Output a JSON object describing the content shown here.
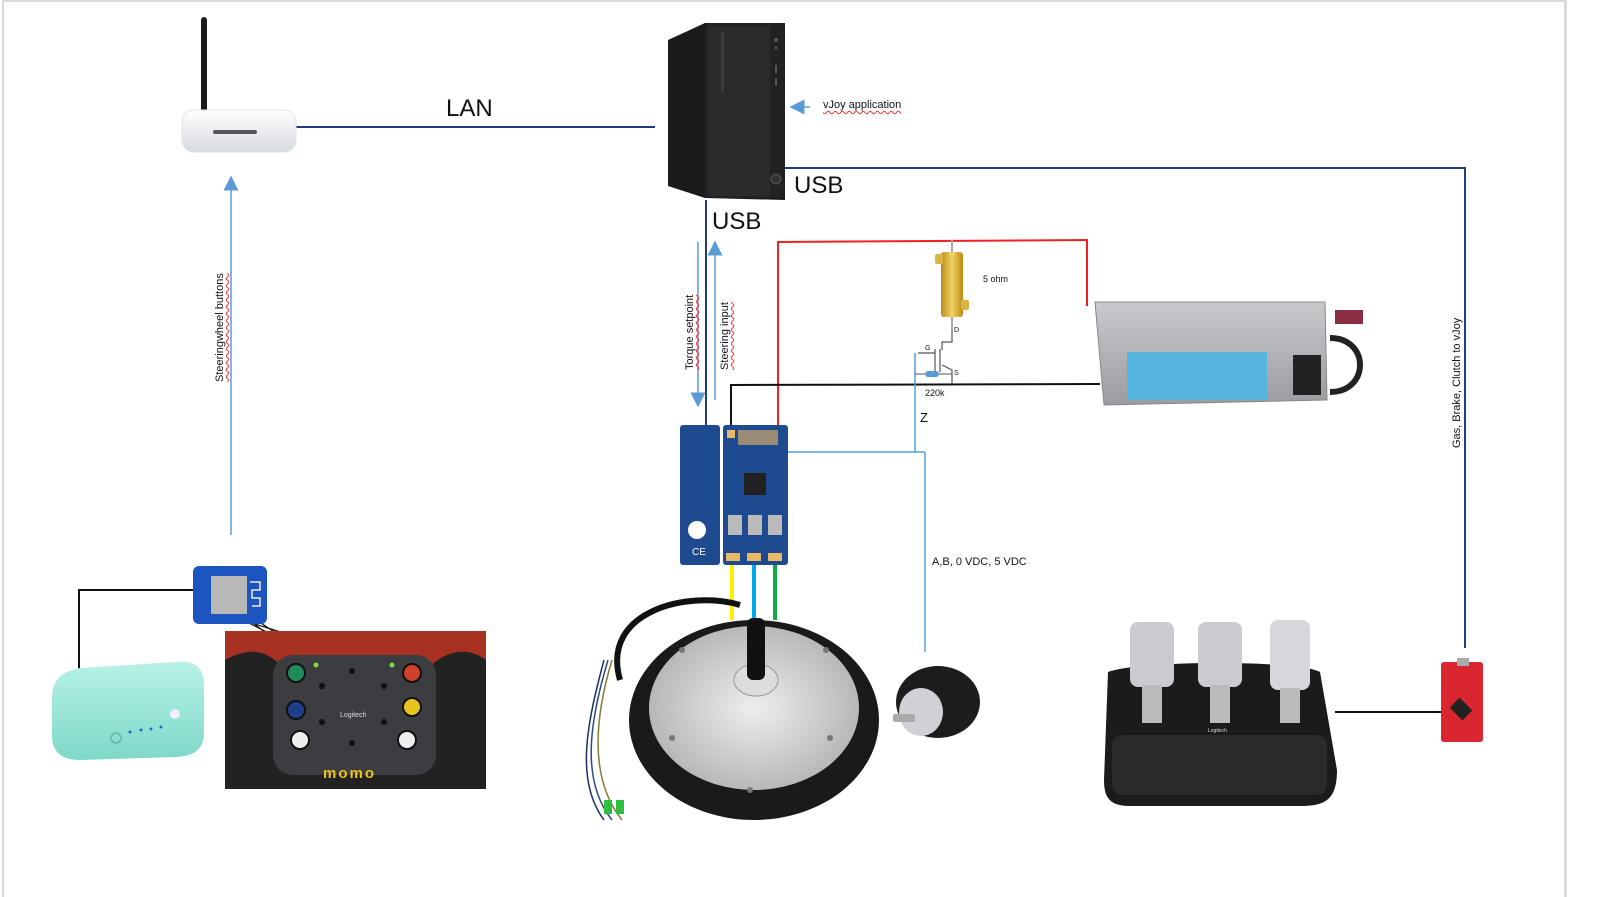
{
  "diagram": {
    "title": "Sim racing force-feedback wheel wiring diagram",
    "components": {
      "router": {
        "name": "WiFi router"
      },
      "pc": {
        "name": "Desktop PC",
        "annotation": "vJoy application"
      },
      "motor_controller": {
        "name": "Motor controller board"
      },
      "hub_motor": {
        "name": "Hoverboard hub motor"
      },
      "encoder": {
        "name": "Rotary encoder"
      },
      "power_resistor": {
        "name": "Power resistor",
        "value": "5 ohm"
      },
      "gate_resistor": {
        "name": "Gate resistor",
        "value": "220k"
      },
      "mosfet": {
        "name": "MOSFET",
        "pins": {
          "gate": "G",
          "drain": "D",
          "source": "S"
        }
      },
      "psu": {
        "name": "Server power supply"
      },
      "esp_board": {
        "name": "WiFi microcontroller board"
      },
      "power_bank": {
        "name": "Power bank"
      },
      "steering_wheel": {
        "name": "Steering wheel",
        "brand_text": "momo",
        "logo_text": "Logitech"
      },
      "pedals": {
        "name": "Pedal set",
        "logo_text": "Logitech"
      },
      "pedal_mcu": {
        "name": "Pedal microcontroller board"
      }
    },
    "labels": {
      "lan": "LAN",
      "usb_right": "USB",
      "usb_down": "USB",
      "vjoy": "vJoy application",
      "torque": "Torque setpoint",
      "steering": "Steering input",
      "steering_buttons": "Steeringwheel buttons",
      "pedals_to_vjoy": "Gas, Brake, Clutch to vJoy",
      "encoder_signals": "A,B, 0 VDC, 5 VDC",
      "z": "Z",
      "ohm": "5 ohm",
      "k220": "220k",
      "pin_g": "G",
      "pin_d": "D",
      "pin_s": "S"
    },
    "colors": {
      "usb_lan_wire": "#1f3b7a",
      "signal_arrow": "#5b9bd5",
      "power_positive": "#ee2222",
      "ground_wire": "#111111",
      "phase_yellow": "#ffee00",
      "phase_blue": "#00aaee",
      "phase_green": "#11aa44"
    }
  }
}
